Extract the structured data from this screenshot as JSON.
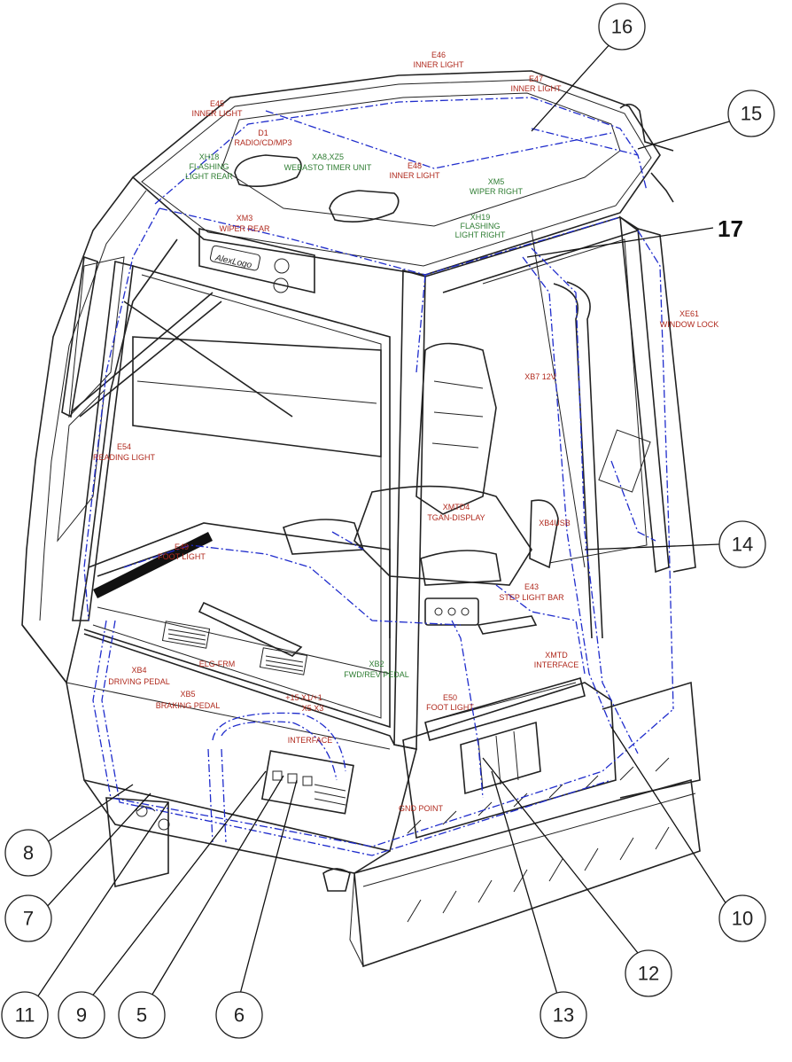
{
  "diagram": {
    "title": "",
    "colors": {
      "component_label": "#b02a1e",
      "connector_label": "#2e7d32",
      "harness": "#1f2ccc",
      "outline": "#222222"
    },
    "labels": [
      {
        "id": "e46",
        "lines": [
          "E46",
          "INNER LIGHT"
        ],
        "color": "red"
      },
      {
        "id": "e47",
        "lines": [
          "E47",
          "INNER LIGHT"
        ],
        "color": "red"
      },
      {
        "id": "e45",
        "lines": [
          "E45",
          "INNER LIGHT"
        ],
        "color": "red"
      },
      {
        "id": "d1",
        "lines": [
          "D1",
          "RADIO/CD/MP3"
        ],
        "color": "red"
      },
      {
        "id": "xh18",
        "lines": [
          "XH18",
          "FLASHING",
          "LIGHT REAR"
        ],
        "color": "green"
      },
      {
        "id": "xa8",
        "lines": [
          "XA8,XZ5",
          "WEBASTO TIMER UNIT"
        ],
        "color": "green"
      },
      {
        "id": "e48",
        "lines": [
          "E48",
          "INNER LIGHT"
        ],
        "color": "red"
      },
      {
        "id": "xm5",
        "lines": [
          "XM5",
          "WIPER RIGHT"
        ],
        "color": "green"
      },
      {
        "id": "xh19",
        "lines": [
          "XH19",
          "FLASHING",
          "LIGHT RIGHT"
        ],
        "color": "green"
      },
      {
        "id": "xm3",
        "lines": [
          "XM3",
          "WIPER REAR"
        ],
        "color": "red"
      },
      {
        "id": "xe61",
        "lines": [
          "XE61",
          "WINDOW LOCK"
        ],
        "color": "red"
      },
      {
        "id": "xb7",
        "lines": [
          "XB7 12V"
        ],
        "color": "red"
      },
      {
        "id": "e54",
        "lines": [
          "E54",
          "READING LIGHT"
        ],
        "color": "red"
      },
      {
        "id": "xmtd4",
        "lines": [
          "XMTD4",
          "TGAN-DISPLAY"
        ],
        "color": "red"
      },
      {
        "id": "xb4usb",
        "lines": [
          "XB4USB"
        ],
        "color": "red"
      },
      {
        "id": "e49",
        "lines": [
          "E49",
          "FOOT LIGHT"
        ],
        "color": "red"
      },
      {
        "id": "e43",
        "lines": [
          "E43",
          "STEP LIGHT BAR"
        ],
        "color": "red"
      },
      {
        "id": "xb4",
        "lines": [
          "XB4",
          "DRIVING PEDAL"
        ],
        "color": "red"
      },
      {
        "id": "elg",
        "lines": [
          "ELG-FRM"
        ],
        "color": "red"
      },
      {
        "id": "fwd",
        "lines": [
          "XB2",
          "FWD/REV PEDAL"
        ],
        "color": "green"
      },
      {
        "id": "xmtd",
        "lines": [
          "XMTD",
          "INTERFACE"
        ],
        "color": "red"
      },
      {
        "id": "xb5",
        "lines": [
          "XB5",
          "BRAKING PEDAL"
        ],
        "color": "red"
      },
      {
        "id": "x15",
        "lines": [
          "+15 X1/+1",
          "X5 X3"
        ],
        "color": "red"
      },
      {
        "id": "interface",
        "lines": [
          "INTERFACE"
        ],
        "color": "red"
      },
      {
        "id": "e50",
        "lines": [
          "E50",
          "FOOT LIGHT"
        ],
        "color": "red"
      },
      {
        "id": "gnd",
        "lines": [
          "GND POINT"
        ],
        "color": "red"
      }
    ],
    "panel_logo": "AlexLogo",
    "callouts": [
      "16",
      "15",
      "17",
      "14",
      "8",
      "7",
      "10",
      "12",
      "11",
      "9",
      "5",
      "6",
      "13"
    ]
  }
}
